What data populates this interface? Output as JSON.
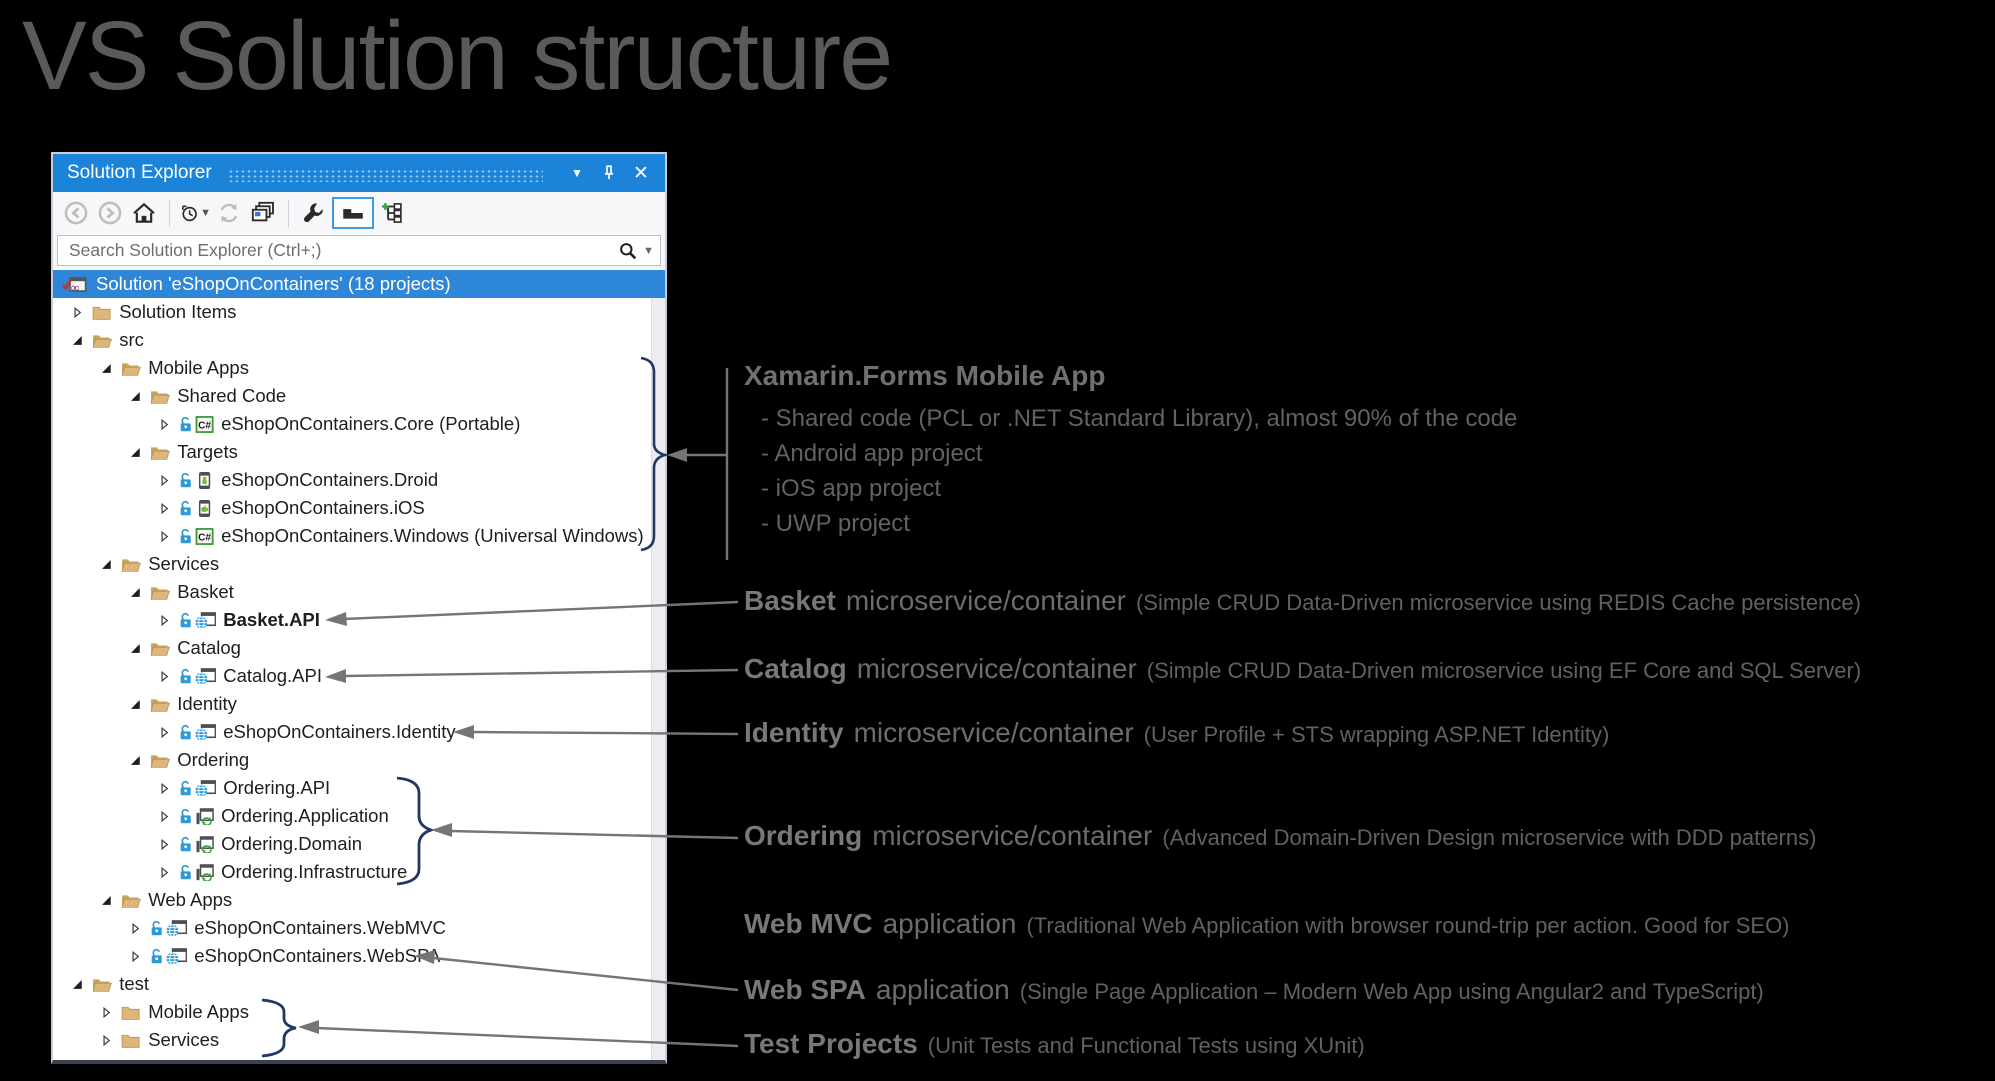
{
  "page": {
    "title": "VS Solution structure"
  },
  "solution_explorer": {
    "title": "Solution Explorer",
    "titlebar_icons": [
      "window-position-caret-icon",
      "pin-icon",
      "close-icon"
    ],
    "toolbar": [
      {
        "name": "back-icon",
        "disabled": true
      },
      {
        "name": "forward-icon",
        "disabled": true
      },
      {
        "name": "home-icon"
      },
      {
        "sep": true
      },
      {
        "name": "history-icon",
        "caret": true
      },
      {
        "name": "refresh-icon",
        "disabled": true
      },
      {
        "name": "show-all-files-icon"
      },
      {
        "sep": true
      },
      {
        "name": "properties-wrench-icon"
      },
      {
        "name": "preview-selected-icon",
        "selected": true
      },
      {
        "name": "add-hierarchy-icon"
      }
    ],
    "search": {
      "placeholder": "Search Solution Explorer (Ctrl+;)"
    },
    "tree": [
      {
        "indent": 0,
        "icon": "solution",
        "label": "Solution 'eShopOnContainers' (18 projects)",
        "selected": true
      },
      {
        "indent": 1,
        "expander": "collapsed",
        "icon": "folder-closed",
        "label": "Solution Items"
      },
      {
        "indent": 1,
        "expander": "expanded",
        "icon": "folder-open",
        "label": "src"
      },
      {
        "indent": 2,
        "expander": "expanded",
        "icon": "folder-open",
        "label": "Mobile Apps"
      },
      {
        "indent": 3,
        "expander": "expanded",
        "icon": "folder-open",
        "label": "Shared Code"
      },
      {
        "indent": 4,
        "expander": "collapsed",
        "icon": "csharp",
        "lock": true,
        "label": "eShopOnContainers.Core (Portable)"
      },
      {
        "indent": 3,
        "expander": "expanded",
        "icon": "folder-open",
        "label": "Targets"
      },
      {
        "indent": 4,
        "expander": "collapsed",
        "icon": "droid",
        "lock": true,
        "label": "eShopOnContainers.Droid"
      },
      {
        "indent": 4,
        "expander": "collapsed",
        "icon": "ios",
        "lock": true,
        "label": "eShopOnContainers.iOS"
      },
      {
        "indent": 4,
        "expander": "collapsed",
        "icon": "csharp",
        "lock": true,
        "label": "eShopOnContainers.Windows (Universal Windows)"
      },
      {
        "indent": 2,
        "expander": "expanded",
        "icon": "folder-open",
        "label": "Services"
      },
      {
        "indent": 3,
        "expander": "expanded",
        "icon": "folder-open",
        "label": "Basket"
      },
      {
        "indent": 4,
        "expander": "collapsed",
        "icon": "web",
        "lock": true,
        "label": "Basket.API",
        "bold": true
      },
      {
        "indent": 3,
        "expander": "expanded",
        "icon": "folder-open",
        "label": "Catalog"
      },
      {
        "indent": 4,
        "expander": "collapsed",
        "icon": "web",
        "lock": true,
        "label": "Catalog.API"
      },
      {
        "indent": 3,
        "expander": "expanded",
        "icon": "folder-open",
        "label": "Identity"
      },
      {
        "indent": 4,
        "expander": "collapsed",
        "icon": "web",
        "lock": true,
        "label": "eShopOnContainers.Identity"
      },
      {
        "indent": 3,
        "expander": "expanded",
        "icon": "folder-open",
        "label": "Ordering"
      },
      {
        "indent": 4,
        "expander": "collapsed",
        "icon": "web",
        "lock": true,
        "label": "Ordering.API"
      },
      {
        "indent": 4,
        "expander": "collapsed",
        "icon": "classlib",
        "lock": true,
        "label": "Ordering.Application"
      },
      {
        "indent": 4,
        "expander": "collapsed",
        "icon": "classlib",
        "lock": true,
        "label": "Ordering.Domain"
      },
      {
        "indent": 4,
        "expander": "collapsed",
        "icon": "classlib",
        "lock": true,
        "label": "Ordering.Infrastructure"
      },
      {
        "indent": 2,
        "expander": "expanded",
        "icon": "folder-open",
        "label": "Web Apps"
      },
      {
        "indent": 3,
        "expander": "collapsed",
        "icon": "web",
        "lock": true,
        "label": "eShopOnContainers.WebMVC"
      },
      {
        "indent": 3,
        "expander": "collapsed",
        "icon": "web",
        "lock": true,
        "label": "eShopOnContainers.WebSPA"
      },
      {
        "indent": 1,
        "expander": "expanded",
        "icon": "folder-open",
        "label": "test"
      },
      {
        "indent": 2,
        "expander": "collapsed",
        "icon": "folder-closed",
        "label": "Mobile Apps"
      },
      {
        "indent": 2,
        "expander": "collapsed",
        "icon": "folder-closed",
        "label": "Services"
      }
    ]
  },
  "annotations": {
    "xamarin": {
      "heading": "Xamarin.Forms Mobile App",
      "bullets": [
        "- Shared code (PCL or .NET Standard Library), almost 90% of the code",
        "- Android app project",
        "- iOS app project",
        "- UWP project"
      ]
    },
    "items": [
      {
        "id": "basket",
        "bold": "Basket",
        "mid": "microservice/container",
        "paren": "(Simple CRUD Data-Driven microservice using REDIS Cache persistence)"
      },
      {
        "id": "catalog",
        "bold": "Catalog",
        "mid": "microservice/container",
        "paren": "(Simple CRUD Data-Driven microservice using EF Core and SQL Server)"
      },
      {
        "id": "identity",
        "bold": "Identity",
        "mid": "microservice/container",
        "paren": "(User Profile + STS wrapping ASP.NET Identity)"
      },
      {
        "id": "ordering",
        "bold": "Ordering",
        "mid": "microservice/container",
        "paren": "(Advanced Domain-Driven Design microservice with DDD patterns)"
      },
      {
        "id": "webmvc",
        "bold": "Web MVC",
        "mid": "application",
        "paren": "(Traditional Web Application with browser round-trip per action. Good for SEO)"
      },
      {
        "id": "webspa",
        "bold": "Web SPA",
        "mid": "application",
        "paren": "(Single Page Application – Modern Web App using Angular2 and TypeScript)"
      },
      {
        "id": "test",
        "bold": "Test Projects",
        "mid": "",
        "paren": "(Unit Tests and Functional Tests using XUnit)"
      }
    ],
    "colors": {
      "bracket": "#1f3864",
      "arrow": "#757575",
      "text": "#6c6c6c"
    }
  }
}
